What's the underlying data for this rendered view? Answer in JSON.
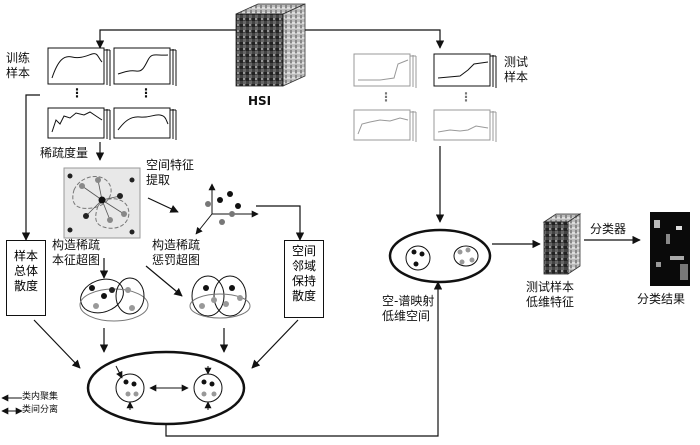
{
  "hsi_label": "HSI",
  "train_label": [
    "训练",
    "样本"
  ],
  "test_label": [
    "测试",
    "样本"
  ],
  "sparsity_label": "稀疏度量",
  "spatial_feature_label": [
    "空间特征",
    "提取"
  ],
  "sample_scatter_label": [
    "样本",
    "总体",
    "散度"
  ],
  "sparse_intrinsic_label": [
    "构造稀疏",
    "本征超图"
  ],
  "sparse_penalty_label": [
    "构造稀疏",
    "惩罚超图"
  ],
  "spatial_neighbor_label": [
    "空间",
    "邻域",
    "保持",
    "散度"
  ],
  "spectral_space_label": [
    "空-谱映射",
    "低维空间"
  ],
  "test_lowdim_label": [
    "测试样本",
    "低维特征"
  ],
  "classifier_label": "分类器",
  "result_label": "分类结果",
  "legend": {
    "intra": "类内聚集",
    "inter": "类间分离"
  },
  "ellipsis": "⋮"
}
